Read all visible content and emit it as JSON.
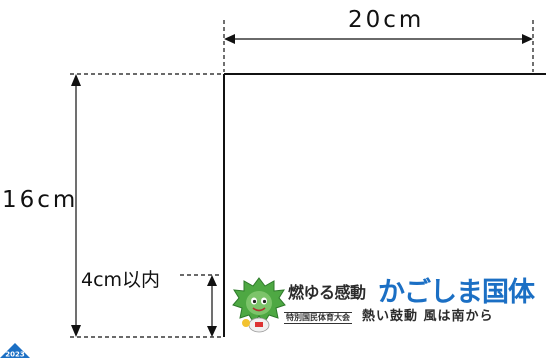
{
  "dimensions": {
    "width_label": "20cm",
    "height_label": "16cm",
    "logo_area_label": "4cm以内"
  },
  "logo": {
    "slogan_top": "燃ゆる感動",
    "event_name": "かごしま国体",
    "sub_label": "特別国民体育大会",
    "slogan_bottom": "熱い鼓動 風は南から",
    "year": "2023"
  },
  "colors": {
    "line": "#111111",
    "brand_blue": "#1b6fc4",
    "mascot_green": "#3d9a3a"
  }
}
